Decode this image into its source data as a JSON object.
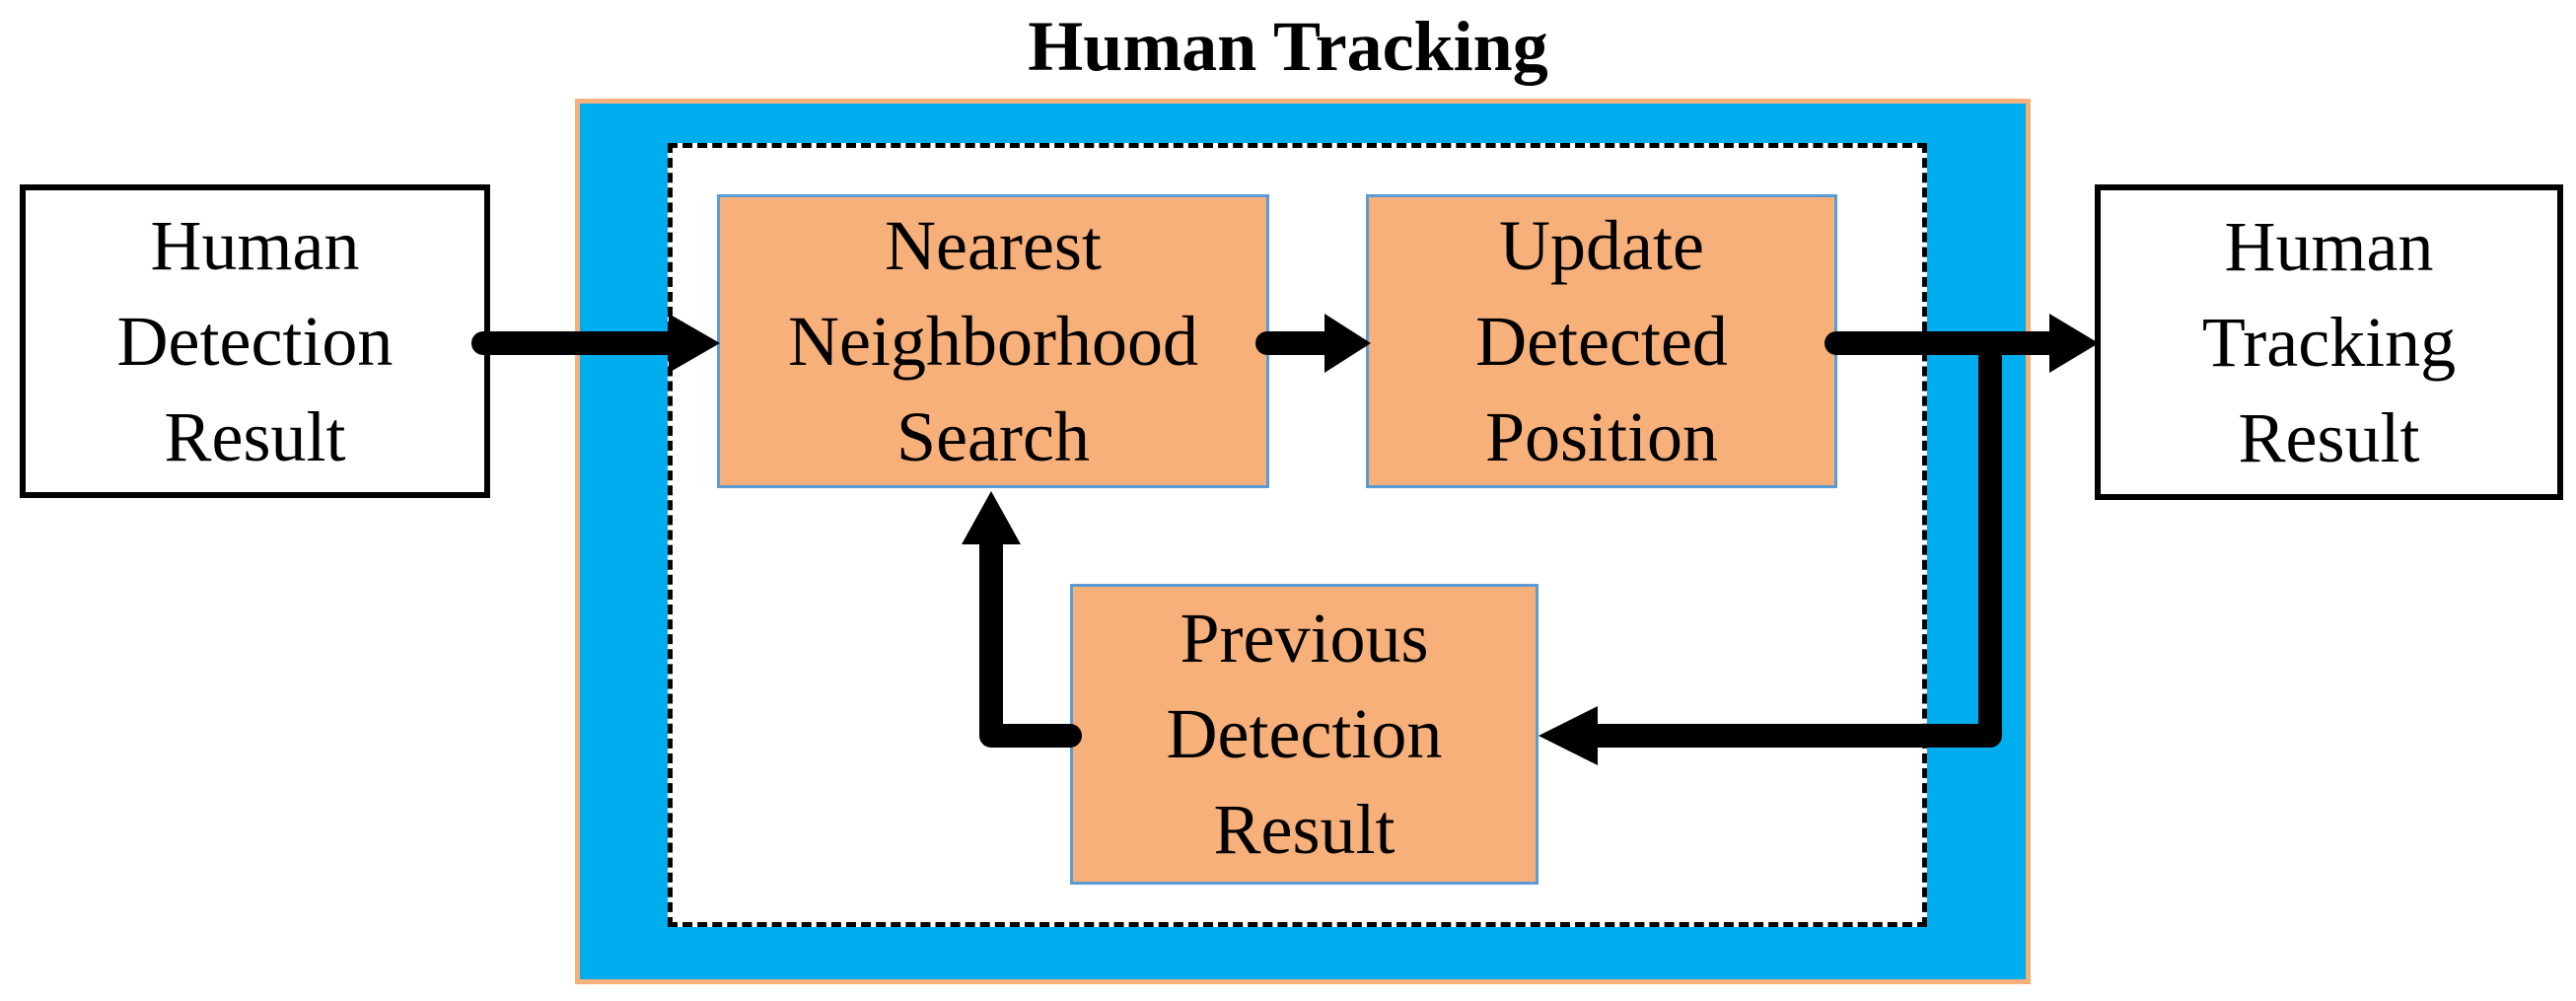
{
  "diagram": {
    "title": "Human Tracking",
    "nodes": {
      "human_detection_result": "Human\nDetection\nResult",
      "nearest_neighborhood_search": "Nearest\nNeighborhood\nSearch",
      "update_detected_position": "Update\nDetected\nPosition",
      "previous_detection_result": "Previous\nDetection\nResult",
      "human_tracking_result": "Human\nTracking\nResult"
    },
    "edges": [
      {
        "from": "human_detection_result",
        "to": "nearest_neighborhood_search"
      },
      {
        "from": "nearest_neighborhood_search",
        "to": "update_detected_position"
      },
      {
        "from": "update_detected_position",
        "to": "human_tracking_result"
      },
      {
        "from": "update_detected_position",
        "to": "previous_detection_result"
      },
      {
        "from": "previous_detection_result",
        "to": "nearest_neighborhood_search"
      }
    ],
    "colors": {
      "process_fill": "#f8b07a",
      "process_border": "#5b9bd5",
      "outer_frame_fill": "#00aeef",
      "outer_frame_border": "#f7b07a",
      "arrow": "#000000"
    }
  }
}
